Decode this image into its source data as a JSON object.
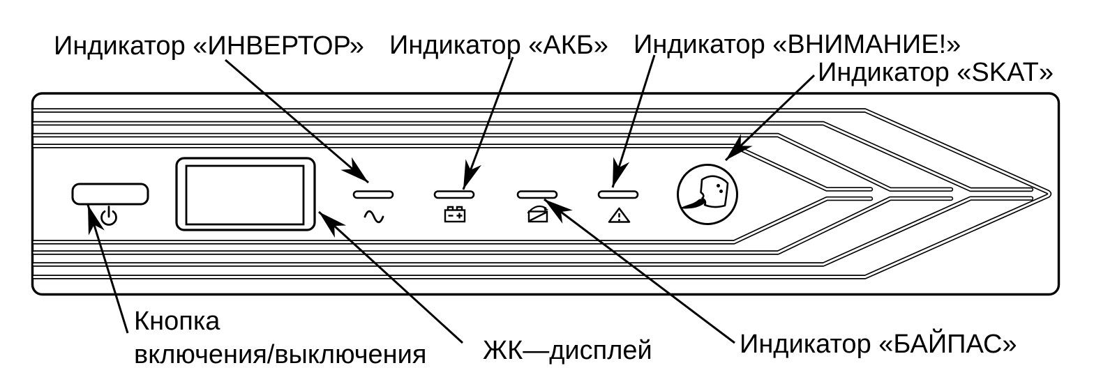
{
  "figure": {
    "type": "device-front-panel-diagram",
    "device": "UPS front panel",
    "colors": {
      "line": "#000000",
      "background": "#ffffff"
    },
    "labels": {
      "inverter": "Индикатор «ИНВЕРТОР»",
      "battery": "Индикатор «АКБ»",
      "attention": "Индикатор «ВНИМАНИЕ!»",
      "skat": "Индикатор «SKAT»",
      "power_line1": "Кнопка",
      "power_line2": "включения/выключения",
      "lcd": "ЖК—дисплей",
      "bypass": "Индикатор «БАЙПАС»"
    },
    "icons": [
      "power-icon",
      "sine-icon",
      "battery-icon",
      "bypass-icon",
      "warning-icon",
      "stingray-icon"
    ]
  }
}
